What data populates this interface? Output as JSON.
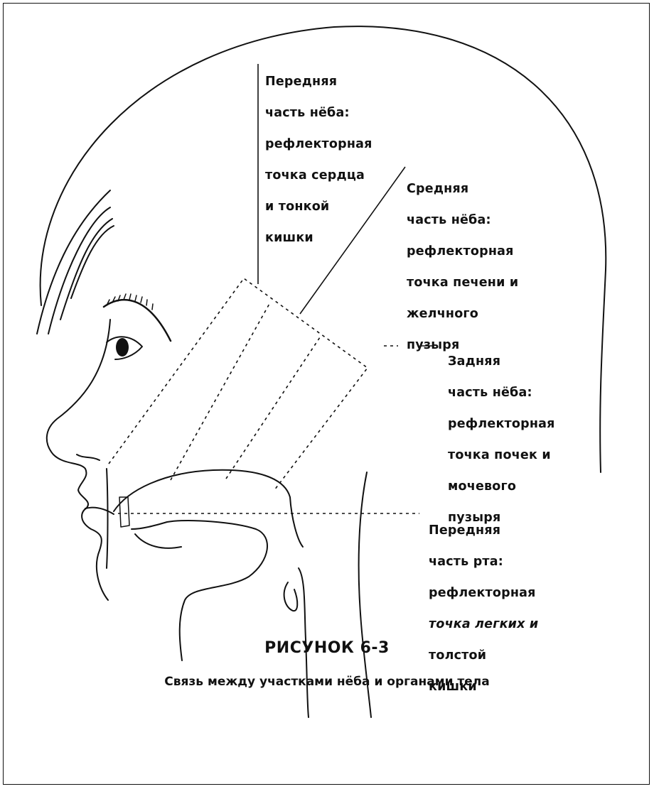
{
  "labels": {
    "front_palate": {
      "line1": "Передняя",
      "line2": "часть нёба:",
      "line3": "рефлекторная",
      "line4": "точка сердца",
      "line5": "и тонкой",
      "line6": "кишки"
    },
    "middle_palate": {
      "line1": "Средняя",
      "line2": "часть нёба:",
      "line3": "рефлекторная",
      "line4": "точка печени и",
      "line5": "желчного",
      "line6": "пузыря"
    },
    "back_palate": {
      "line1": "Задняя",
      "line2": "часть нёба:",
      "line3": "рефлекторная",
      "line4": "точка почек и",
      "line5": "мочевого",
      "line6": "пузыря"
    },
    "front_mouth": {
      "line1": "Передняя",
      "line2": "часть рта:",
      "line3": "рефлекторная",
      "line4": "точка легких и",
      "line5": "толстой",
      "line6": "кишки"
    }
  },
  "caption": {
    "title": "РИСУНОК 6-3",
    "subtitle": "Связь между участками нёба и органами тела"
  }
}
